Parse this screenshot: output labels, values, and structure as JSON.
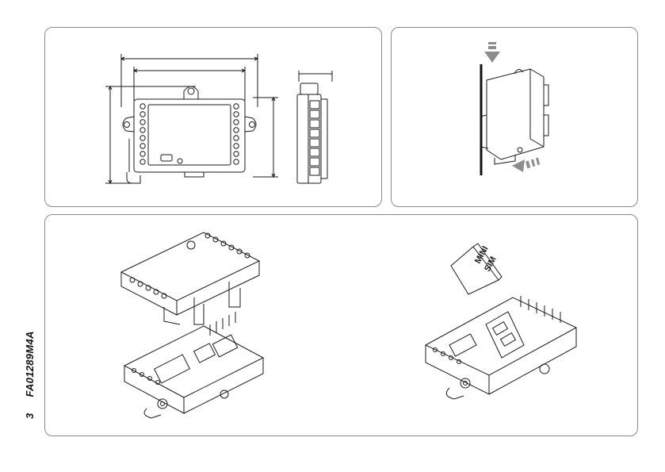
{
  "figure": {
    "number": "3",
    "code": "FA01289M4A"
  },
  "sim_card": {
    "label_line1": "MINI",
    "label_line2": "SIM"
  },
  "colors": {
    "line": "#1a1a1a",
    "panel_border": "#8a8a8a",
    "arrow": "#8c8c8c",
    "wall": "#111111"
  }
}
